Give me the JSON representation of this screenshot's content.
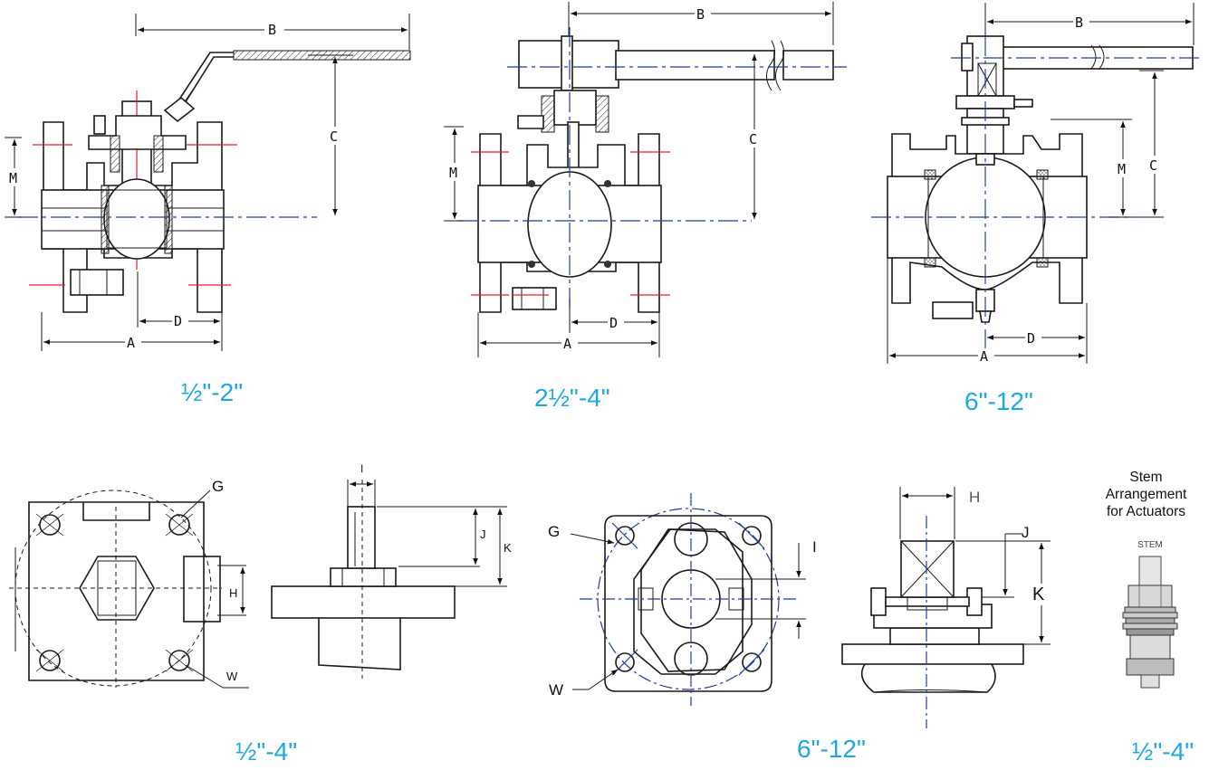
{
  "dimension_labels": {
    "a": "A",
    "b": "B",
    "c": "C",
    "d": "D",
    "m": "M",
    "g": "G",
    "w": "W",
    "h": "H",
    "i": "I",
    "j": "J",
    "k": "K"
  },
  "captions": {
    "small": "½\"-2\"",
    "medium": "2½\"-4\"",
    "large": "6\"-12\"",
    "mount_small": "½\"-4\"",
    "mount_large": "6\"-12\"",
    "stem_range": "½\"-4\""
  },
  "stem_note": {
    "line1": "Stem",
    "line2": "Arrangement",
    "line3": "for Actuators",
    "stem_label": "STEM"
  },
  "colors": {
    "caption": "#1fa8e0",
    "centerline": "#1f3fa0",
    "red_centerline": "#e0202a"
  }
}
